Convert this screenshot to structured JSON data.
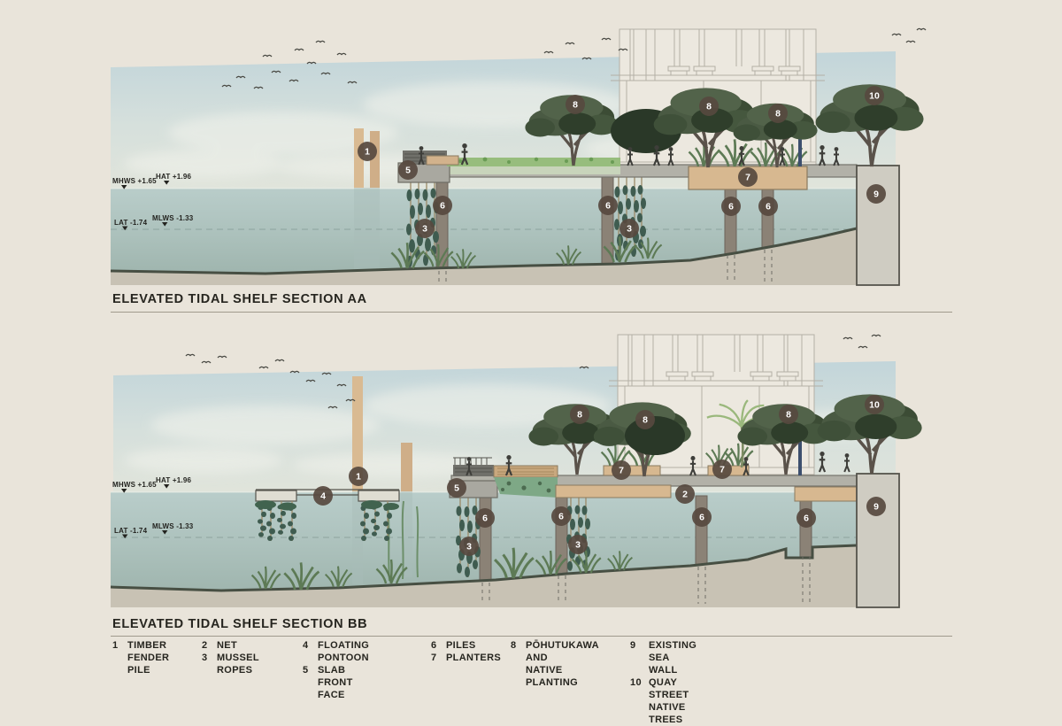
{
  "page": {
    "background": "#e9e4da",
    "text_color": "#26251f",
    "marker_color": "#57493f"
  },
  "sections": [
    {
      "title": "ELEVATED TIDAL SHELF SECTION AA"
    },
    {
      "title": "ELEVATED TIDAL SHELF SECTION BB"
    }
  ],
  "tide_labels": {
    "mhws": "MHWS +1.65",
    "hat": "HAT +1.96",
    "lat": "LAT -1.74",
    "mlws": "MLWS -1.33"
  },
  "markers": {
    "aa": [
      "1",
      "5",
      "6",
      "3",
      "6",
      "3",
      "7",
      "6",
      "6",
      "8",
      "8",
      "8",
      "10",
      "9"
    ],
    "bb": [
      "1",
      "4",
      "5",
      "6",
      "3",
      "6",
      "3",
      "2",
      "6",
      "6",
      "7",
      "7",
      "8",
      "8",
      "8",
      "10",
      "9"
    ]
  },
  "legend": {
    "columns": [
      [
        {
          "num": "1",
          "label": "TIMBER\nFENDER PILE"
        }
      ],
      [
        {
          "num": "2",
          "label": "NET"
        },
        {
          "num": "3",
          "label": "MUSSEL ROPES"
        }
      ],
      [
        {
          "num": "4",
          "label": "FLOATING PONTOON"
        },
        {
          "num": "5",
          "label": "SLAB FRONT FACE"
        }
      ],
      [
        {
          "num": "6",
          "label": "PILES"
        },
        {
          "num": "7",
          "label": "PLANTERS"
        }
      ],
      [
        {
          "num": "8",
          "label": "PŌHUTUKAWA AND\nNATIVE PLANTING"
        }
      ],
      [
        {
          "num": "9",
          "label": "EXISTING SEA WALL"
        },
        {
          "num": "10",
          "label": "QUAY STREET NATIVE TREES"
        }
      ]
    ]
  }
}
